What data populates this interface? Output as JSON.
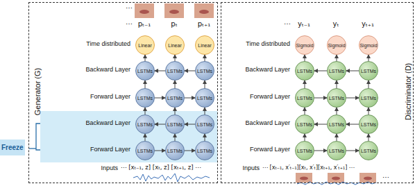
{
  "diagram": {
    "nodes": [
      {
        "text": [
          "Generator (G)"
        ]
      },
      {
        "text": [
          "Discriminator (D)"
        ]
      },
      {
        "text": [
          "Freeze"
        ]
      },
      {
        "text": [
          "Linear"
        ],
        "in": 0
      },
      {
        "text": [
          "Linear"
        ],
        "in": 0
      },
      {
        "text": [
          "Linear"
        ],
        "in": 0
      },
      {
        "text": [
          "LSTMs"
        ],
        "in": 0
      },
      {
        "text": [
          "LSTMs"
        ],
        "in": 0
      },
      {
        "text": [
          "LSTMs"
        ],
        "in": 0
      },
      {
        "text": [
          "LSTMs"
        ],
        "in": 0
      },
      {
        "text": [
          "LSTMs"
        ],
        "in": 0
      },
      {
        "text": [
          "LSTMs"
        ],
        "in": 0
      },
      {
        "text": [
          "LSTMs"
        ],
        "in": 0
      },
      {
        "text": [
          "LSTMs"
        ],
        "in": 0
      },
      {
        "text": [
          "LSTMs"
        ],
        "in": 0
      },
      {
        "text": [
          "LSTMs"
        ],
        "in": 0
      },
      {
        "text": [
          "LSTMs"
        ],
        "in": 0
      },
      {
        "text": [
          "LSTMs"
        ],
        "in": 0
      },
      {
        "text": [
          "Sigmoid"
        ],
        "in": 1
      },
      {
        "text": [
          "Sigmoid"
        ],
        "in": 1
      },
      {
        "text": [
          "Sigmoid"
        ],
        "in": 1
      },
      {
        "text": [
          "LSTMs"
        ],
        "in": 1
      },
      {
        "text": [
          "LSTMs"
        ],
        "in": 1
      },
      {
        "text": [
          "LSTMs"
        ],
        "in": 1
      },
      {
        "text": [
          "LSTMs"
        ],
        "in": 1
      },
      {
        "text": [
          "LSTMs"
        ],
        "in": 1
      },
      {
        "text": [
          "LSTMs"
        ],
        "in": 1
      },
      {
        "text": [
          "LSTMs"
        ],
        "in": 1
      },
      {
        "text": [
          "LSTMs"
        ],
        "in": 1
      },
      {
        "text": [
          "LSTMs"
        ],
        "in": 1
      },
      {
        "text": [
          "LSTMs"
        ],
        "in": 1
      },
      {
        "text": [
          "LSTMs"
        ],
        "in": 1
      },
      {
        "text": [
          "LSTMs"
        ],
        "in": 1
      }
    ],
    "edges": [
      {
        "from": 15,
        "to": 12,
        "arrow": "to"
      },
      {
        "from": 12,
        "to": 9,
        "arrow": "to"
      },
      {
        "from": 9,
        "to": 6,
        "arrow": "to"
      },
      {
        "from": 6,
        "to": 3,
        "arrow": "to"
      },
      {
        "from": 16,
        "to": 13,
        "arrow": "to"
      },
      {
        "from": 13,
        "to": 10,
        "arrow": "to"
      },
      {
        "from": 10,
        "to": 7,
        "arrow": "to"
      },
      {
        "from": 7,
        "to": 4,
        "arrow": "to"
      },
      {
        "from": 17,
        "to": 14,
        "arrow": "to"
      },
      {
        "from": 14,
        "to": 11,
        "arrow": "to"
      },
      {
        "from": 11,
        "to": 8,
        "arrow": "to"
      },
      {
        "from": 8,
        "to": 5,
        "arrow": "to"
      },
      {
        "from": 9,
        "to": 10,
        "arrow": "to"
      },
      {
        "from": 10,
        "to": 11,
        "arrow": "to"
      },
      {
        "from": 15,
        "to": 16,
        "arrow": "to"
      },
      {
        "from": 16,
        "to": 17,
        "arrow": "to"
      },
      {
        "from": 7,
        "to": 6,
        "arrow": "to"
      },
      {
        "from": 8,
        "to": 7,
        "arrow": "to"
      },
      {
        "from": 13,
        "to": 12,
        "arrow": "to"
      },
      {
        "from": 14,
        "to": 13,
        "arrow": "to"
      },
      {
        "from": 30,
        "to": 27,
        "arrow": "to"
      },
      {
        "from": 27,
        "to": 24,
        "arrow": "to"
      },
      {
        "from": 24,
        "to": 21,
        "arrow": "to"
      },
      {
        "from": 21,
        "to": 18,
        "arrow": "to"
      },
      {
        "from": 31,
        "to": 28,
        "arrow": "to"
      },
      {
        "from": 28,
        "to": 25,
        "arrow": "to"
      },
      {
        "from": 25,
        "to": 22,
        "arrow": "to"
      },
      {
        "from": 22,
        "to": 19,
        "arrow": "to"
      },
      {
        "from": 32,
        "to": 29,
        "arrow": "to"
      },
      {
        "from": 29,
        "to": 26,
        "arrow": "to"
      },
      {
        "from": 26,
        "to": 23,
        "arrow": "to"
      },
      {
        "from": 23,
        "to": 20,
        "arrow": "to"
      },
      {
        "from": 24,
        "to": 25,
        "arrow": "to"
      },
      {
        "from": 25,
        "to": 26,
        "arrow": "to"
      },
      {
        "from": 30,
        "to": 31,
        "arrow": "to"
      },
      {
        "from": 31,
        "to": 32,
        "arrow": "to"
      },
      {
        "from": 22,
        "to": 21,
        "arrow": "to"
      },
      {
        "from": 23,
        "to": 22,
        "arrow": "to"
      },
      {
        "from": 28,
        "to": 27,
        "arrow": "to"
      },
      {
        "from": 29,
        "to": 28,
        "arrow": "to"
      }
    ],
    "labels": [
      "⋯",
      "⋯",
      "pₜ₋₁",
      "pₜ",
      "pₜ₊₁",
      "Time distributed",
      "Backward Layer",
      "Forward Layer",
      "Backward Layer",
      "Forward Layer",
      "Inputs",
      "⋯ [xₜ₋₁, z] [xₜ, z] [xₜ₊₁, z] ⋯",
      "⋯",
      "yₜ₋₁",
      "yₜ",
      "yₜ₊₁",
      "Time distributed",
      "Backward Layer",
      "Forward Layer",
      "Backward Layer",
      "Forward Layer",
      "Inputs",
      "⋯ [xₜ₋₁, x′ₜ₋₁][xₜ, x′ₜ][xₜ₊₁, x′ₜ₊₁] ⋯",
      "⋯"
    ]
  }
}
